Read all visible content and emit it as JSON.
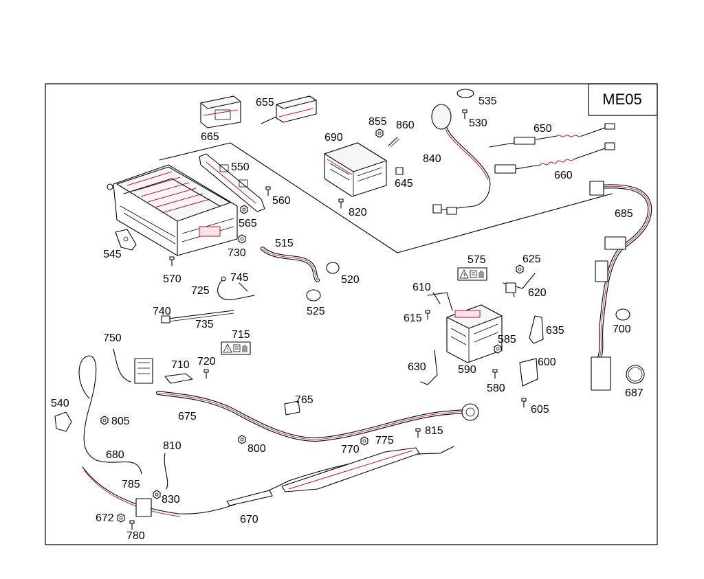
{
  "diagram": {
    "code": "ME05",
    "callouts": [
      "535",
      "655",
      "530",
      "665",
      "855",
      "860",
      "650",
      "690",
      "840",
      "550",
      "645",
      "660",
      "560",
      "685",
      "820",
      "565",
      "515",
      "545",
      "730",
      "575",
      "625",
      "520",
      "570",
      "745",
      "610",
      "725",
      "620",
      "740",
      "525",
      "615",
      "700",
      "735",
      "635",
      "750",
      "715",
      "585",
      "710",
      "720",
      "600",
      "630",
      "590",
      "580",
      "687",
      "540",
      "765",
      "805",
      "675",
      "605",
      "815",
      "775",
      "800",
      "770",
      "680",
      "810",
      "785",
      "830",
      "670",
      "672",
      "780"
    ],
    "warning_labels": [
      {
        "id": "715",
        "symbols": [
          "warning-icon",
          "manual-icon",
          "glove-icon"
        ]
      },
      {
        "id": "575",
        "symbols": [
          "warning-icon",
          "manual-icon",
          "glove-icon"
        ]
      }
    ]
  }
}
